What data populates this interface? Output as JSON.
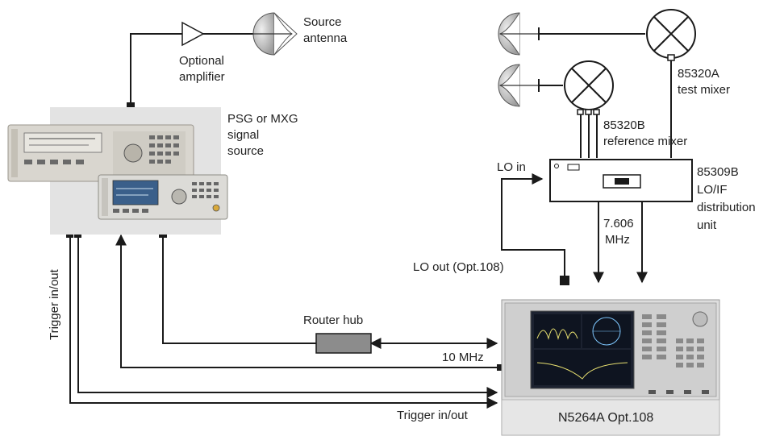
{
  "labels": {
    "source_antenna": [
      "Source",
      "antenna"
    ],
    "optional_amplifier": [
      "Optional",
      "amplifier"
    ],
    "signal_source": [
      "PSG or MXG",
      "signal",
      "source"
    ],
    "test_mixer": [
      "85320A",
      "test mixer"
    ],
    "reference_mixer": [
      "85320B",
      "reference   mixer"
    ],
    "lo_in": "LO in",
    "distribution_unit": [
      "85309B",
      "LO/IF",
      "distribution",
      "unit"
    ],
    "if_frequency": [
      "7.606",
      "MHz"
    ],
    "lo_out": "LO out (Opt.108)",
    "router_hub": "Router hub",
    "ten_mhz": "10 MHz",
    "trigger_left": "Trigger in/out",
    "trigger_bottom": "Trigger in/out",
    "analyzer": "N5264A Opt.108"
  },
  "colors": {
    "line": "#1a1a1a",
    "source_panel": "#e3e3e3",
    "hub_fill": "#8c8c8c",
    "analyzer_body": "#dedede",
    "antenna_fill": "#c8c8c8"
  }
}
